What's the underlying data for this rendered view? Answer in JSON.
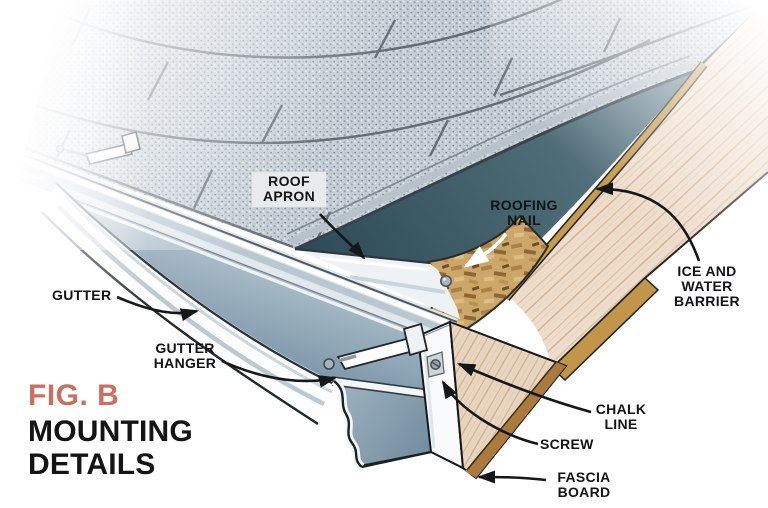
{
  "figure": {
    "fig_label": "FIG. B",
    "title": "MOUNTING\nDETAILS"
  },
  "callouts": {
    "roof_apron": "ROOF\nAPRON",
    "roofing_nail": "ROOFING\nNAIL",
    "ice_and_water_barrier": "ICE AND\nWATER\nBARRIER",
    "gutter": "GUTTER",
    "gutter_hanger": "GUTTER\nHANGER",
    "chalk_line": "CHALK\nLINE",
    "screw": "SCREW",
    "fascia_board": "FASCIA\nBOARD"
  },
  "colors": {
    "fig_label": "#c9705e",
    "label_text": "#121314",
    "shingles": "#c6cfd6",
    "ice_water_barrier": "#3e5c6a",
    "metal_apron": "#dfe6eb",
    "gutter_interior": "#9db3c1",
    "wood_board": "#efddcc",
    "osb_sheathing": "#cda76a",
    "background": "#ffffff"
  }
}
